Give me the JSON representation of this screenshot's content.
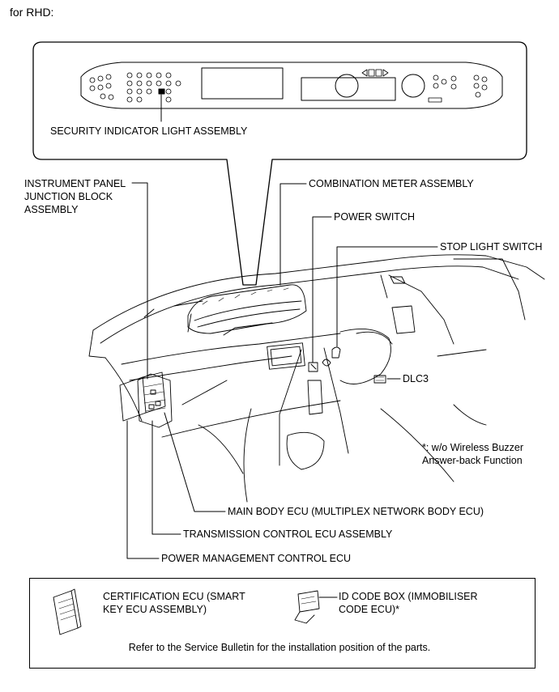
{
  "header": {
    "title": "for RHD:"
  },
  "labels": {
    "security_indicator": "SECURITY INDICATOR LIGHT ASSEMBLY",
    "instrument_panel_jb": [
      "INSTRUMENT PANEL",
      "JUNCTION BLOCK",
      "ASSEMBLY"
    ],
    "combination_meter": "COMBINATION METER ASSEMBLY",
    "power_switch": "POWER SWITCH",
    "stop_light_switch": "STOP LIGHT SWITCH",
    "dlc3": "DLC3",
    "wireless_note": [
      "*: w/o Wireless Buzzer",
      "Answer-back Function"
    ],
    "main_body_ecu": "MAIN BODY ECU (MULTIPLEX NETWORK BODY ECU)",
    "transmission_ecu": "TRANSMISSION CONTROL ECU ASSEMBLY",
    "power_mgmt_ecu": "POWER MANAGEMENT CONTROL ECU"
  },
  "legend": {
    "certification_ecu": [
      "CERTIFICATION ECU (SMART",
      "KEY ECU ASSEMBLY)"
    ],
    "id_code_box": [
      "ID CODE BOX (IMMOBILISER",
      "CODE ECU)*"
    ],
    "footer_note": "Refer to the Service Bulletin for the installation position of the parts."
  }
}
